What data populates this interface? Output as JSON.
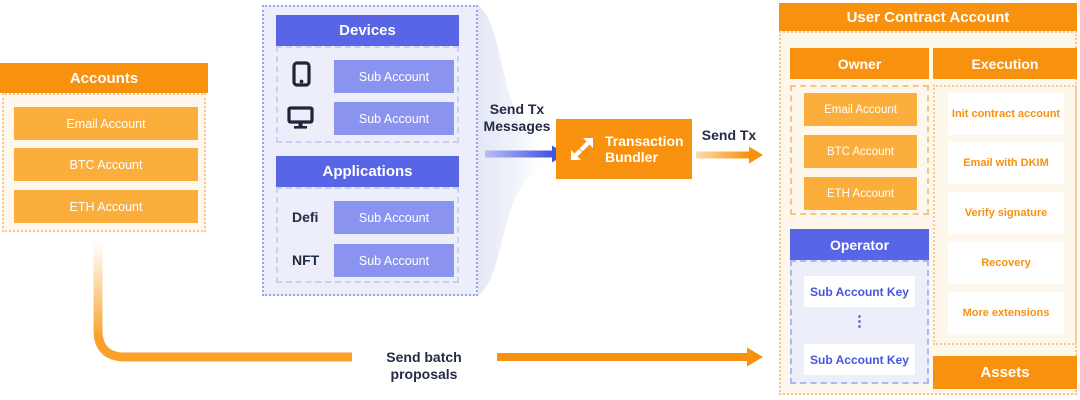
{
  "colors": {
    "orange": "#F8910D",
    "orange_light": "#FBAE3C",
    "cream_bg": "#FDF7EC",
    "blue": "#5765E6",
    "blue_light": "#8A94F0",
    "lavender_bg": "#ECEFFA",
    "navy_text": "#232C45",
    "blue_text": "#4455E2"
  },
  "accounts": {
    "title": "Accounts",
    "items": [
      "Email Account",
      "BTC Account",
      "ETH Account"
    ]
  },
  "devices": {
    "title": "Devices",
    "rows": [
      {
        "icon": "phone-icon",
        "label": "Sub Account"
      },
      {
        "icon": "monitor-icon",
        "label": "Sub Account"
      }
    ]
  },
  "applications": {
    "title": "Applications",
    "rows": [
      {
        "tag": "Defi",
        "label": "Sub Account"
      },
      {
        "tag": "NFT",
        "label": "Sub Account"
      }
    ]
  },
  "flow": {
    "send_tx_messages_line1": "Send Tx",
    "send_tx_messages_line2": "Messages",
    "bundler_line1": "Transaction",
    "bundler_line2": "Bundler",
    "send_tx": "Send Tx",
    "send_batch": "Send batch proposals"
  },
  "contract": {
    "title": "User Contract Account",
    "owner": {
      "title": "Owner",
      "items": [
        "Email Account",
        "BTC Account",
        "ETH Account"
      ]
    },
    "operator": {
      "title": "Operator",
      "key1": "Sub Account Key",
      "ellipsis": "⋮",
      "key2": "Sub Account Key"
    },
    "execution": {
      "title": "Execution",
      "items": [
        "Init contract account",
        "Email with DKIM",
        "Verify signature",
        "Recovery",
        "More extensions"
      ]
    },
    "assets": "Assets"
  }
}
